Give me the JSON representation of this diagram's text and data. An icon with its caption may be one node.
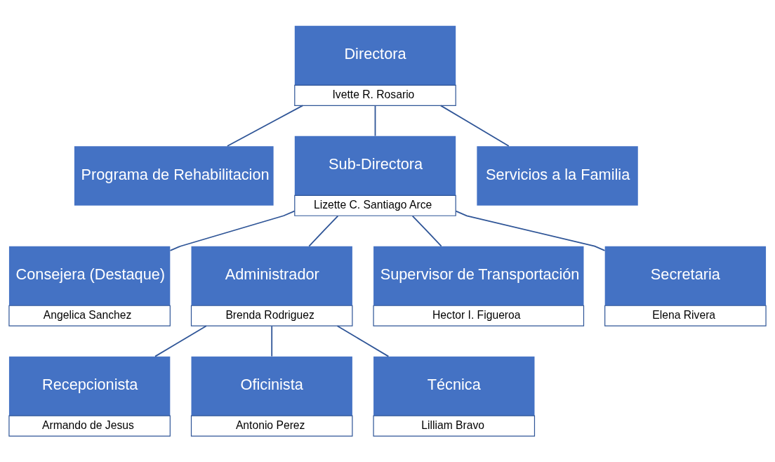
{
  "diagram": {
    "nodes": [
      {
        "text": [
          "Directora",
          "Ivette R. Rosario"
        ]
      },
      {
        "text": [
          "Programa de Rehabilitacion"
        ]
      },
      {
        "text": [
          "Sub-Directora",
          "Lizette C. Santiago Arce"
        ]
      },
      {
        "text": [
          "Servicios a la Familia"
        ]
      },
      {
        "text": [
          "Consejera (Destaque)",
          "Angelica Sanchez"
        ]
      },
      {
        "text": [
          "Administrador",
          "Brenda Rodriguez"
        ]
      },
      {
        "text": [
          "Supervisor de Transportación",
          "Hector I. Figueroa"
        ]
      },
      {
        "text": [
          "Secretaria",
          "Elena Rivera"
        ]
      },
      {
        "text": [
          "Recepcionista",
          "Armando de Jesus"
        ]
      },
      {
        "text": [
          "Oficinista",
          "Antonio Perez"
        ]
      },
      {
        "text": [
          "Técnica",
          "Lilliam Bravo"
        ]
      }
    ],
    "edges": [
      {
        "from": 0,
        "to": 1,
        "arrow": "none"
      },
      {
        "from": 0,
        "to": 2,
        "arrow": "none"
      },
      {
        "from": 0,
        "to": 3,
        "arrow": "none"
      },
      {
        "from": 2,
        "to": 4,
        "arrow": "none"
      },
      {
        "from": 2,
        "to": 5,
        "arrow": "none"
      },
      {
        "from": 2,
        "to": 6,
        "arrow": "none"
      },
      {
        "from": 2,
        "to": 7,
        "arrow": "none"
      },
      {
        "from": 5,
        "to": 8,
        "arrow": "none"
      },
      {
        "from": 5,
        "to": 9,
        "arrow": "none"
      },
      {
        "from": 5,
        "to": 10,
        "arrow": "none"
      }
    ]
  }
}
